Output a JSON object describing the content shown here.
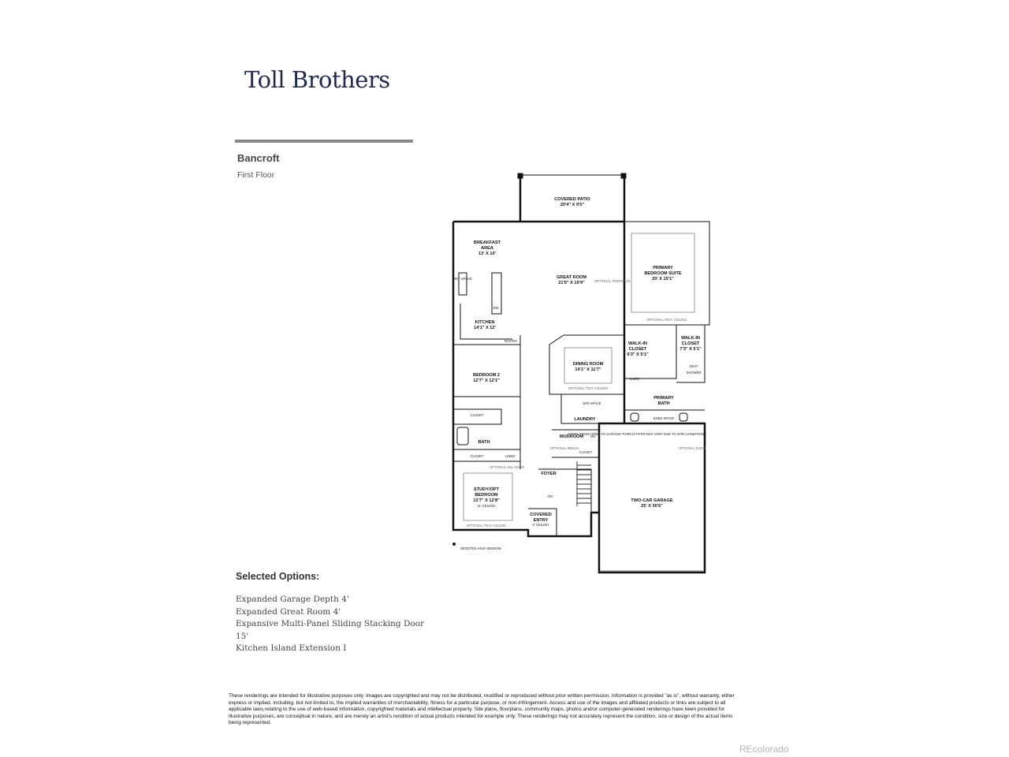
{
  "brand": {
    "logo_text": "Toll Brothers"
  },
  "plan": {
    "name": "Bancroft",
    "floor": "First Floor"
  },
  "rooms": {
    "covered_patio": {
      "name": "COVERED PATIO",
      "dim": "20'4\" X 9'5\""
    },
    "breakfast": {
      "name": "BREAKFAST",
      "name2": "AREA",
      "dim": "13' X 10'"
    },
    "great_room": {
      "name": "GREAT ROOM",
      "dim": "21'5\" X 19'9\""
    },
    "primary_suite": {
      "name": "PRIMARY",
      "name2": "BEDROOM SUITE",
      "dim": "20' X 15'1\""
    },
    "kitchen": {
      "name": "KITCHEN",
      "dim": "14'1\" X 12'"
    },
    "pantry": {
      "name": "PANTRY"
    },
    "dining": {
      "name": "DINING ROOM",
      "dim": "14'1\" X 11'7\""
    },
    "walkin1": {
      "name": "WALK-IN",
      "name2": "CLOSET",
      "dim": "9'3\" X 5'1\""
    },
    "walkin2": {
      "name": "WALK-IN",
      "name2": "CLOSET",
      "dim": "7'3\" X 5'1\""
    },
    "bedroom2": {
      "name": "BEDROOM 2",
      "dim": "12'7\" X 12'1\""
    },
    "closet": {
      "name": "CLOSET"
    },
    "bath": {
      "name": "BATH"
    },
    "linen": {
      "name": "LINEN"
    },
    "laundry": {
      "name": "LAUNDRY"
    },
    "primary_bath": {
      "name": "PRIMARY",
      "name2": "BATH"
    },
    "mudroom": {
      "name": "MUDROOM"
    },
    "foyer": {
      "name": "FOYER"
    },
    "study": {
      "name": "STUDY/OPT",
      "name2": "BEDROOM",
      "dim": "13'7\" X 12'8\"",
      "ceiling": "11' CEILING"
    },
    "covered_entry": {
      "name": "COVERED",
      "name2": "ENTRY",
      "ceiling": "9' CEILING"
    },
    "garage": {
      "name": "TWO-CAR GARAGE",
      "dim": "25' X 30'6\""
    }
  },
  "plan_notes": {
    "optional_fireplace": "OPTIONAL FIREPLACE",
    "optional_tray_ceiling": "OPTIONAL TRAY CEILING",
    "seat": "SEAT",
    "shower": "SHOWER",
    "knee_space": "KNEE SPACE",
    "dw": "DW",
    "ref_space": "REF SPACE",
    "wd_space": "W/D SPACE",
    "dn": "DN",
    "optional_door": "OPTIONAL DOOR",
    "optional_bench": "OPTIONAL BENCH",
    "optional_gel_door": "OPTIONAL GEL DOOR",
    "steps_note": "STEPS FROM HOME TO GARAGE/ PORCH/ PATIO MAY VARY DUE TO SITE CONDITIONS",
    "high_window": "DENOTES HIGH WINDOW"
  },
  "options": {
    "heading": "Selected Options:",
    "items": [
      "Expanded Garage Depth 4'",
      "Expanded Great Room 4'",
      "Expansive Multi-Panel Sliding Stacking Door",
      "15'",
      "Kitchen Island Extension I"
    ]
  },
  "disclaimer": "These renderings are intended for illustrative purposes only. Images are copyrighted and may not be distributed, modified or reproduced without prior written permission. Information is provided \"as is\", without warranty, either express or implied, including, but not limited to, the implied warranties of merchantability, fitness for a particular purpose, or non-infringement. Access and use of the images and affiliated products or links are subject to all applicable laws relating to the use of web-based information, copyrighted materials and intellectual property. Site plans, floorplans, community maps, photos and/or computer-generated renderings have been provided for illustrative purposes, are conceptual in nature, and are merely an artist's rendition of actual products intended for example only. These renderings may not accurately represent the condition, size or design of the actual items being represented.",
  "watermark": "REcolorado"
}
